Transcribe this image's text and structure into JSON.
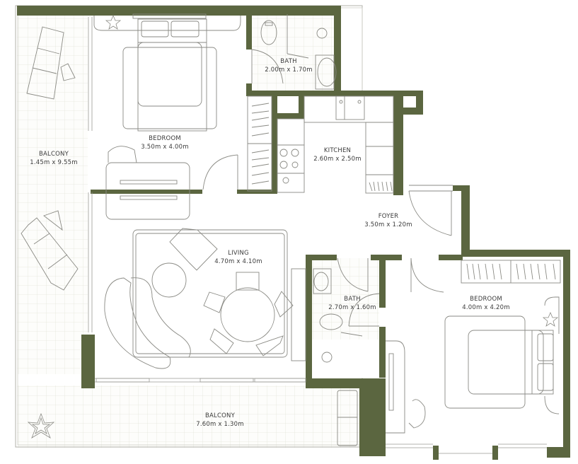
{
  "plan": {
    "wall_color": "#5b6640",
    "line_color": "#8a8a84",
    "tile_color": "#e4e6dc",
    "background": "#ffffff"
  },
  "rooms": [
    {
      "id": "balcony-west",
      "name": "BALCONY",
      "dimensions": "1.45m x 9.55m"
    },
    {
      "id": "bedroom-master",
      "name": "BEDROOM",
      "dimensions": "3.50m x 4.00m"
    },
    {
      "id": "bath-upper",
      "name": "BATH",
      "dimensions": "2.00m x 1.70m"
    },
    {
      "id": "kitchen",
      "name": "KITCHEN",
      "dimensions": "2.60m x 2.50m"
    },
    {
      "id": "foyer",
      "name": "FOYER",
      "dimensions": "3.50m x 1.20m"
    },
    {
      "id": "living",
      "name": "LIVING",
      "dimensions": "4.70m x 4.10m"
    },
    {
      "id": "bath-lower",
      "name": "BATH",
      "dimensions": "2.70m x 1.60m"
    },
    {
      "id": "bedroom-second",
      "name": "BEDROOM",
      "dimensions": "4.00m x 4.20m"
    },
    {
      "id": "balcony-south",
      "name": "BALCONY",
      "dimensions": "7.60m x 1.30m"
    }
  ]
}
